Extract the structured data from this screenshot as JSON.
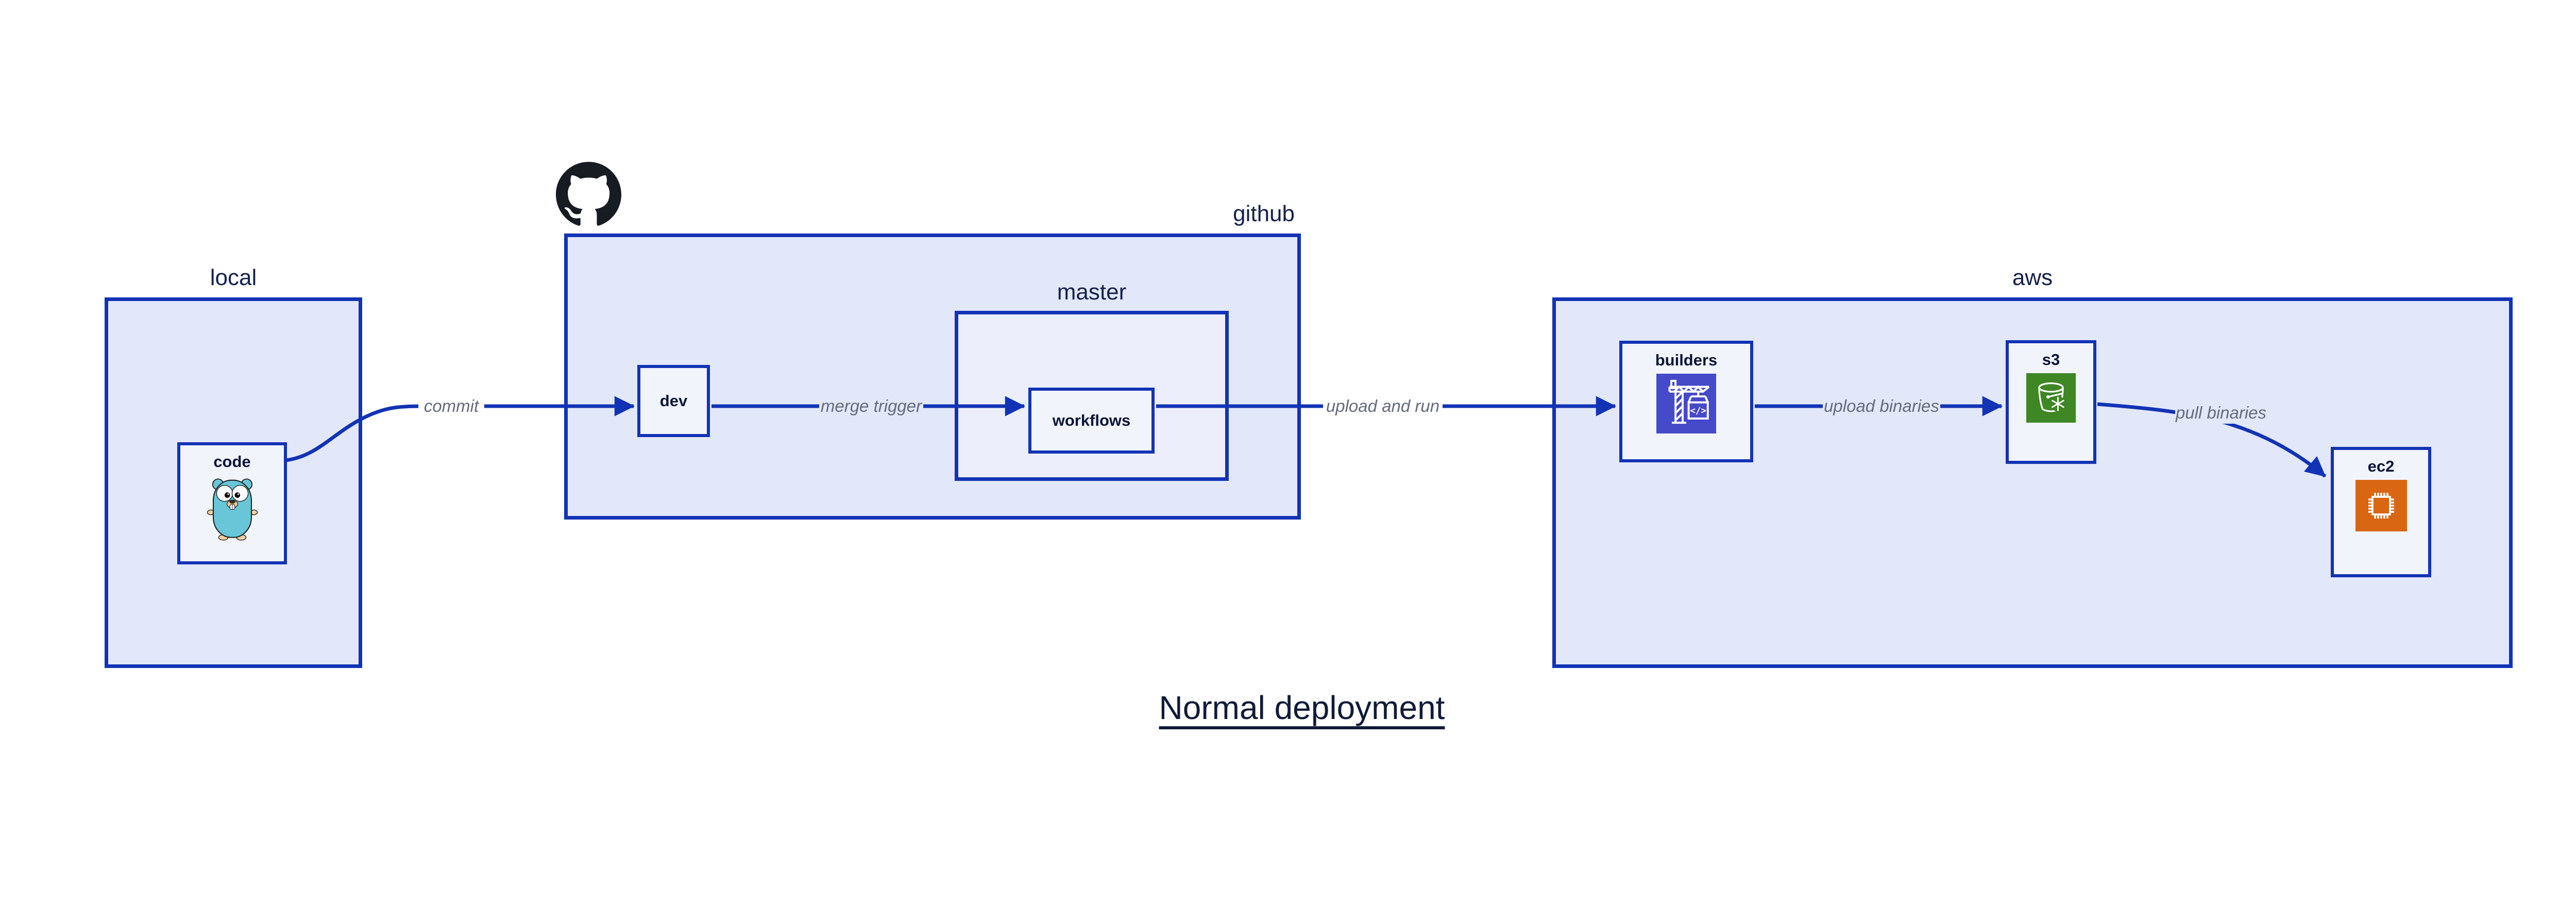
{
  "diagram": {
    "title": "Normal deployment",
    "containers": {
      "local": {
        "label": "local"
      },
      "github": {
        "label": "github"
      },
      "master": {
        "label": "master"
      },
      "aws": {
        "label": "aws"
      }
    },
    "nodes": {
      "code": {
        "label": "code",
        "icon": "go-gopher-icon"
      },
      "dev": {
        "label": "dev"
      },
      "workflows": {
        "label": "workflows"
      },
      "builders": {
        "label": "builders",
        "icon": "aws-codebuild-icon"
      },
      "s3": {
        "label": "s3",
        "icon": "aws-s3-glacier-bucket-icon"
      },
      "ec2": {
        "label": "ec2",
        "icon": "aws-ec2-chip-icon"
      }
    },
    "edges": [
      {
        "label": "commit",
        "from": "code",
        "to": "dev"
      },
      {
        "label": "merge trigger",
        "from": "dev",
        "to": "workflows"
      },
      {
        "label": "upload and run",
        "from": "workflows",
        "to": "builders"
      },
      {
        "label": "upload binaries",
        "from": "builders",
        "to": "s3"
      },
      {
        "label": "pull binaries",
        "from": "s3",
        "to": "ec2"
      }
    ],
    "icons": {
      "github_logo": "github-octocat-icon",
      "codebuild_glyph": "</>"
    },
    "colors": {
      "stroke_blue": "#1233b5",
      "container_fill": "#e2e7fa",
      "nested_container_fill": "#eceffb",
      "node_fill": "#f2f4fc",
      "label_navy": "#0c1537",
      "edge_label_gray": "#666b7a",
      "codebuild_purple": "#4649c8",
      "s3_green": "#3f8624",
      "ec2_orange": "#d86613",
      "gopher_teal": "#68c6d8",
      "github_black": "#171b22"
    }
  }
}
